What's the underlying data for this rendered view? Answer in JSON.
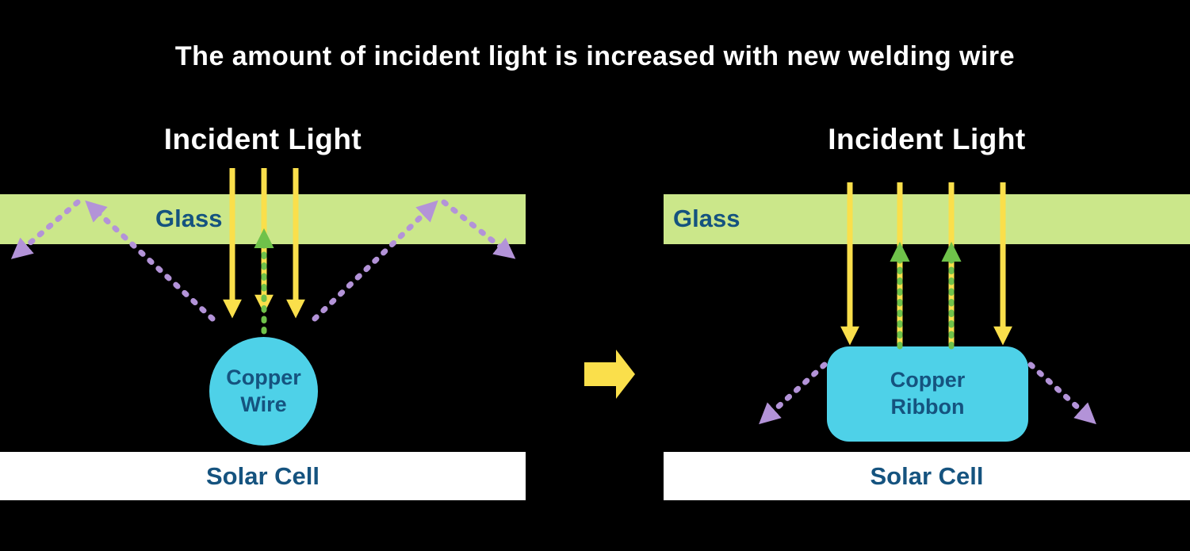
{
  "title": "The amount of incident light is increased with new welding wire",
  "left_panel": {
    "incident_light_label": "Incident Light",
    "glass_label": "Glass",
    "component_label_line1": "Copper",
    "component_label_line2": "Wire",
    "solar_cell_label": "Solar Cell"
  },
  "right_panel": {
    "incident_light_label": "Incident Light",
    "glass_label": "Glass",
    "component_label_line1": "Copper",
    "component_label_line2": "Ribbon",
    "solar_cell_label": "Solar Cell"
  },
  "colors": {
    "background": "#000000",
    "title_text": "#ffffff",
    "glass_fill": "#cbe78a",
    "incident_ray_yellow": "#fadf4b",
    "reflected_ray_green": "#6fc24a",
    "scattered_ray_purple": "#b393d8",
    "copper_fill": "#4ed1e8",
    "label_dark_blue": "#15537f",
    "solar_cell_fill": "#ffffff"
  }
}
